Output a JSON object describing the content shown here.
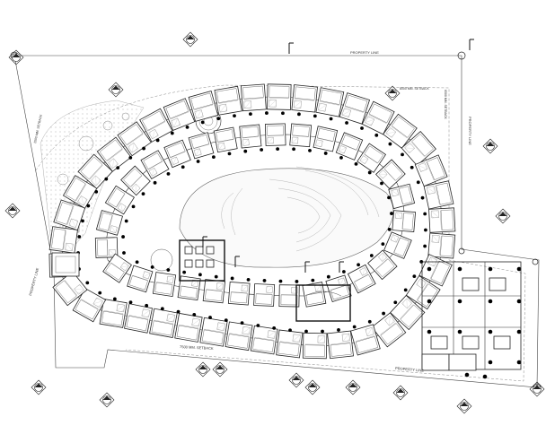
{
  "labels": {
    "property_line_top": "PROPERTY LINE",
    "property_line_right": "PROPERTY LINE",
    "property_line_left": "PROPERTY LINE",
    "property_line_bottom": "PROPERTY LINE",
    "setback_right": "6500 MM. SETBACK",
    "setback_left": "2000 MM. SETBACK",
    "setback_bottom": "7500 MM. SETBACK",
    "setback_top_right": "8000 MM. SETBACK"
  }
}
